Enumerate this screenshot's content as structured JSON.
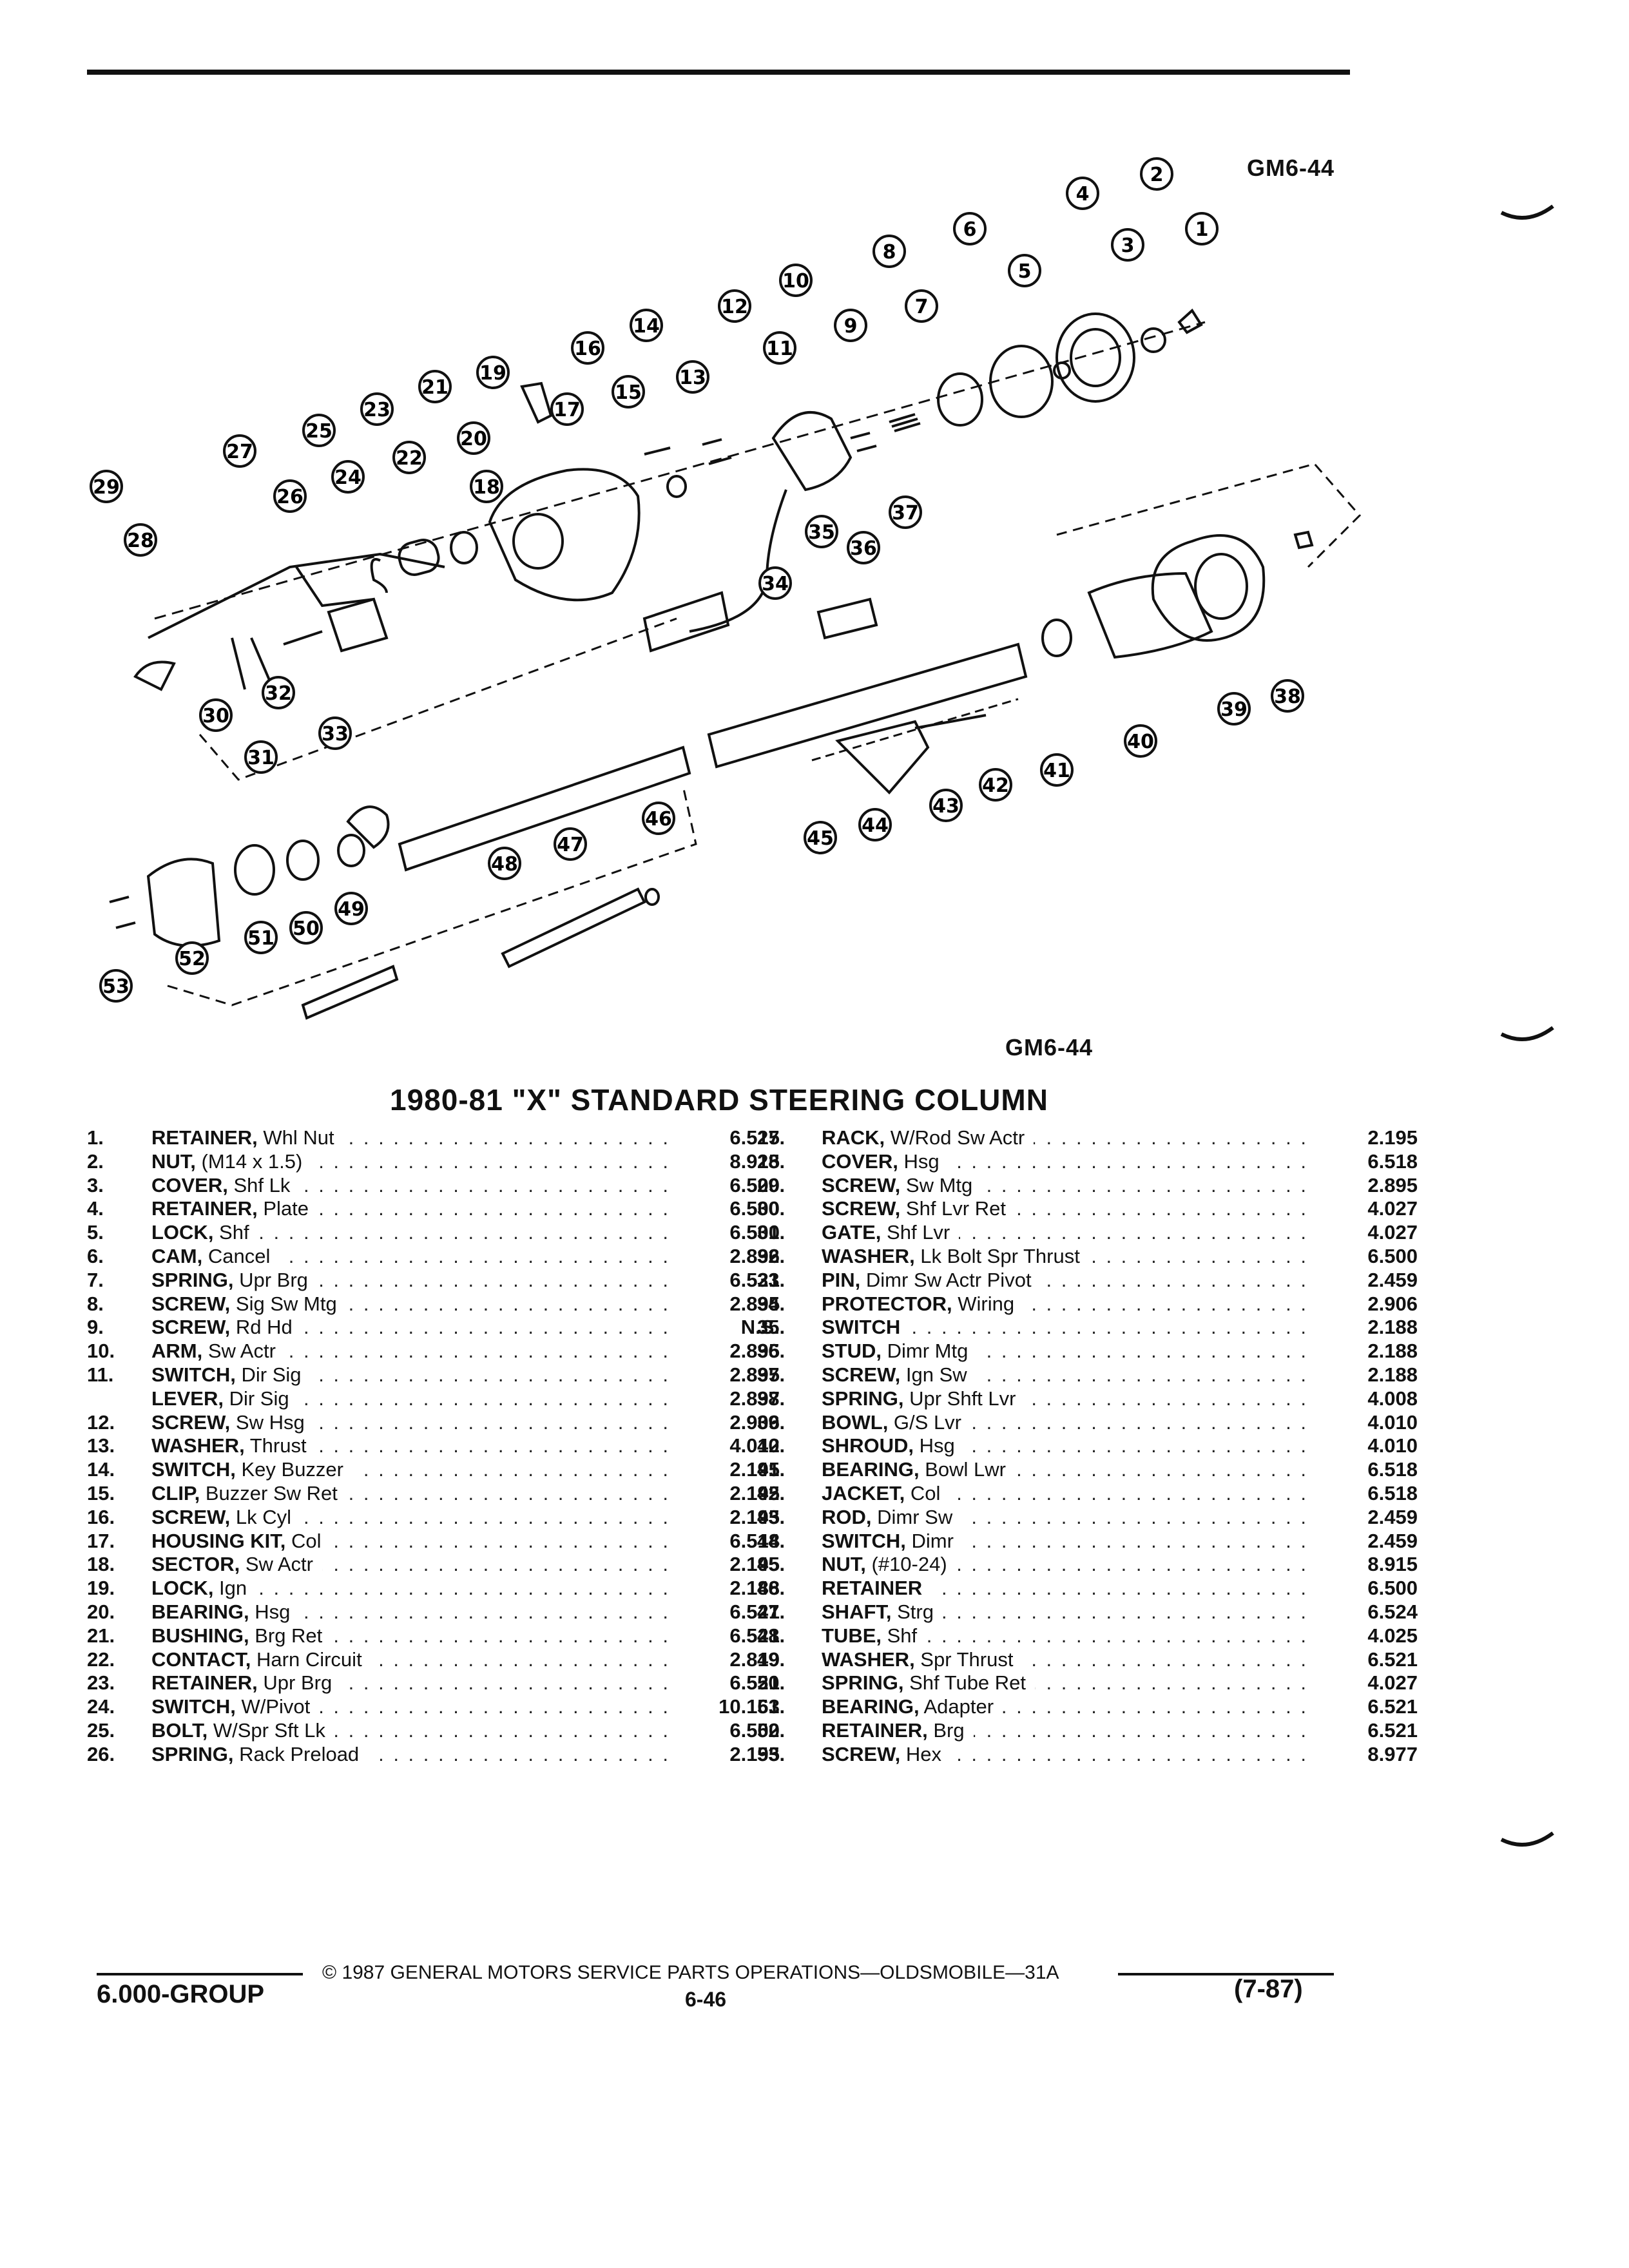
{
  "figure_code": "GM6-44",
  "title": "1980-81 \"X\" STANDARD STEERING COLUMN",
  "parts_left": [
    {
      "num": "1.",
      "name": "RETAINER,",
      "desc": " Whl Nut",
      "code": "6.515"
    },
    {
      "num": "2.",
      "name": "NUT,",
      "desc": " (M14 x 1.5)",
      "code": "8.915"
    },
    {
      "num": "3.",
      "name": "COVER,",
      "desc": " Shf Lk",
      "code": "6.500"
    },
    {
      "num": "4.",
      "name": "RETAINER,",
      "desc": " Plate",
      "code": "6.500"
    },
    {
      "num": "5.",
      "name": "LOCK,",
      "desc": " Shf",
      "code": "6.500"
    },
    {
      "num": "6.",
      "name": "CAM,",
      "desc": " Cancel",
      "code": "2.896"
    },
    {
      "num": "7.",
      "name": "SPRING,",
      "desc": " Upr Brg",
      "code": "6.521"
    },
    {
      "num": "8.",
      "name": "SCREW,",
      "desc": " Sig Sw Mtg",
      "code": "2.895"
    },
    {
      "num": "9.",
      "name": "SCREW,",
      "desc": " Rd Hd",
      "code": "N.S."
    },
    {
      "num": "10.",
      "name": "ARM,",
      "desc": " Sw Actr",
      "code": "2.895"
    },
    {
      "num": "11.",
      "name": "SWITCH,",
      "desc": " Dir Sig",
      "code": "2.895"
    },
    {
      "num": "",
      "name": "LEVER,",
      "desc": " Dir Sig",
      "code": "2.897"
    },
    {
      "num": "12.",
      "name": "SCREW,",
      "desc": " Sw Hsg",
      "code": "2.906"
    },
    {
      "num": "13.",
      "name": "WASHER,",
      "desc": " Thrust",
      "code": "4.012"
    },
    {
      "num": "14.",
      "name": "SWITCH,",
      "desc": " Key Buzzer",
      "code": "2.195"
    },
    {
      "num": "15.",
      "name": "CLIP,",
      "desc": " Buzzer Sw Ret",
      "code": "2.195"
    },
    {
      "num": "16.",
      "name": "SCREW,",
      "desc": " Lk Cyl",
      "code": "2.195"
    },
    {
      "num": "17.",
      "name": "HOUSING KIT,",
      "desc": " Col",
      "code": "6.518"
    },
    {
      "num": "18.",
      "name": "SECTOR,",
      "desc": " Sw Actr",
      "code": "2.195"
    },
    {
      "num": "19.",
      "name": "LOCK,",
      "desc": " Ign",
      "code": "2.188"
    },
    {
      "num": "20.",
      "name": "BEARING,",
      "desc": " Hsg",
      "code": "6.521"
    },
    {
      "num": "21.",
      "name": "BUSHING,",
      "desc": " Brg Ret",
      "code": "6.521"
    },
    {
      "num": "22.",
      "name": "CONTACT,",
      "desc": " Harn Circuit",
      "code": "2.819"
    },
    {
      "num": "23.",
      "name": "RETAINER,",
      "desc": " Upr Brg",
      "code": "6.521"
    },
    {
      "num": "24.",
      "name": "SWITCH,",
      "desc": " W/Pivot",
      "code": "10.163"
    },
    {
      "num": "25.",
      "name": "BOLT,",
      "desc": " W/Spr Sft Lk",
      "code": "6.500"
    },
    {
      "num": "26.",
      "name": "SPRING,",
      "desc": " Rack Preload",
      "code": "2.195"
    }
  ],
  "parts_right": [
    {
      "num": "27.",
      "name": "RACK,",
      "desc": " W/Rod Sw Actr",
      "code": "2.195"
    },
    {
      "num": "28.",
      "name": "COVER,",
      "desc": " Hsg",
      "code": "6.518"
    },
    {
      "num": "29.",
      "name": "SCREW,",
      "desc": " Sw Mtg",
      "code": "2.895"
    },
    {
      "num": "30.",
      "name": "SCREW,",
      "desc": " Shf Lvr Ret",
      "code": "4.027"
    },
    {
      "num": "31.",
      "name": "GATE,",
      "desc": " Shf Lvr",
      "code": "4.027"
    },
    {
      "num": "32.",
      "name": "WASHER,",
      "desc": " Lk Bolt Spr Thrust",
      "code": "6.500"
    },
    {
      "num": "33.",
      "name": "PIN,",
      "desc": " Dimr Sw Actr Pivot",
      "code": "2.459"
    },
    {
      "num": "34.",
      "name": "PROTECTOR,",
      "desc": " Wiring",
      "code": "2.906"
    },
    {
      "num": "35.",
      "name": "SWITCH",
      "desc": "",
      "code": "2.188"
    },
    {
      "num": "36.",
      "name": "STUD,",
      "desc": " Dimr Mtg",
      "code": "2.188"
    },
    {
      "num": "37.",
      "name": "SCREW,",
      "desc": " Ign Sw",
      "code": "2.188"
    },
    {
      "num": "38.",
      "name": "SPRING,",
      "desc": " Upr Shft Lvr",
      "code": "4.008"
    },
    {
      "num": "39.",
      "name": "BOWL,",
      "desc": " G/S Lvr",
      "code": "4.010"
    },
    {
      "num": "40.",
      "name": "SHROUD,",
      "desc": " Hsg",
      "code": "4.010"
    },
    {
      "num": "41.",
      "name": "BEARING,",
      "desc": " Bowl Lwr",
      "code": "6.518"
    },
    {
      "num": "42.",
      "name": "JACKET,",
      "desc": " Col",
      "code": "6.518"
    },
    {
      "num": "43.",
      "name": "ROD,",
      "desc": " Dimr Sw",
      "code": "2.459"
    },
    {
      "num": "44.",
      "name": "SWITCH,",
      "desc": " Dimr",
      "code": "2.459"
    },
    {
      "num": "45.",
      "name": "NUT,",
      "desc": " (#10-24)",
      "code": "8.915"
    },
    {
      "num": "46.",
      "name": "RETAINER",
      "desc": "",
      "code": "6.500"
    },
    {
      "num": "47.",
      "name": "SHAFT,",
      "desc": " Strg",
      "code": "6.524"
    },
    {
      "num": "48.",
      "name": "TUBE,",
      "desc": " Shf",
      "code": "4.025"
    },
    {
      "num": "49.",
      "name": "WASHER,",
      "desc": " Spr Thrust",
      "code": "6.521"
    },
    {
      "num": "50.",
      "name": "SPRING,",
      "desc": " Shf Tube Ret",
      "code": "4.027"
    },
    {
      "num": "51.",
      "name": "BEARING,",
      "desc": " Adapter",
      "code": "6.521"
    },
    {
      "num": "52.",
      "name": "RETAINER,",
      "desc": " Brg",
      "code": "6.521"
    },
    {
      "num": "53.",
      "name": "SCREW,",
      "desc": " Hex",
      "code": "8.977"
    }
  ],
  "callouts": [
    "1",
    "2",
    "3",
    "4",
    "5",
    "6",
    "7",
    "8",
    "9",
    "10",
    "11",
    "12",
    "13",
    "14",
    "15",
    "16",
    "17",
    "18",
    "19",
    "20",
    "21",
    "22",
    "23",
    "24",
    "25",
    "26",
    "27",
    "28",
    "29",
    "30",
    "31",
    "32",
    "33",
    "34",
    "35",
    "36",
    "37",
    "38",
    "39",
    "40",
    "41",
    "42",
    "43",
    "44",
    "45",
    "46",
    "47",
    "48",
    "49",
    "50",
    "51",
    "52",
    "53"
  ],
  "footer": {
    "copyright": "© 1987 GENERAL MOTORS SERVICE PARTS OPERATIONS—OLDSMOBILE—31A",
    "group": "6.000-GROUP",
    "page": "6-46",
    "date": "(7-87)"
  }
}
